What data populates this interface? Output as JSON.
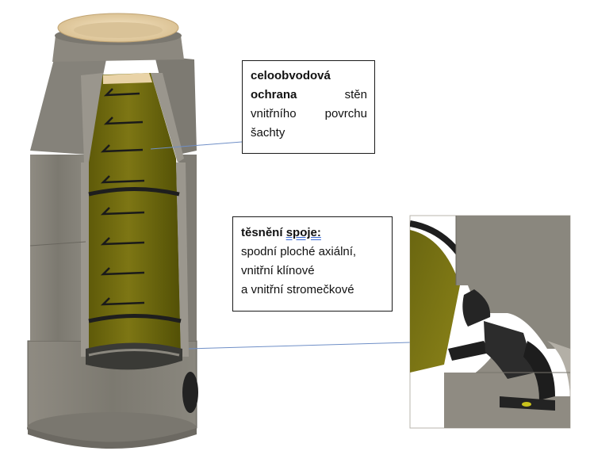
{
  "callout_wall_protection": {
    "bold_line1": "celoobvodová",
    "bold_line2": "ochrana",
    "line2_rest": "stěn",
    "line3_a": "vnitřního",
    "line3_b": "povrchu",
    "line4": "šachty"
  },
  "callout_joint_seal": {
    "title_a": "těsnění ",
    "title_b": "spoje:",
    "line2": "spodní ploché axiální,",
    "line3": "vnitřní klínové",
    "line4": "a vnitřní stromečkové"
  },
  "colors": {
    "concrete": "#86837a",
    "concrete_dark": "#6f6c64",
    "lining_yellow": "#6f6a10",
    "rim_beige": "#e9d3a7",
    "seal_black": "#222222",
    "leader_line": "#6f8fc7"
  }
}
